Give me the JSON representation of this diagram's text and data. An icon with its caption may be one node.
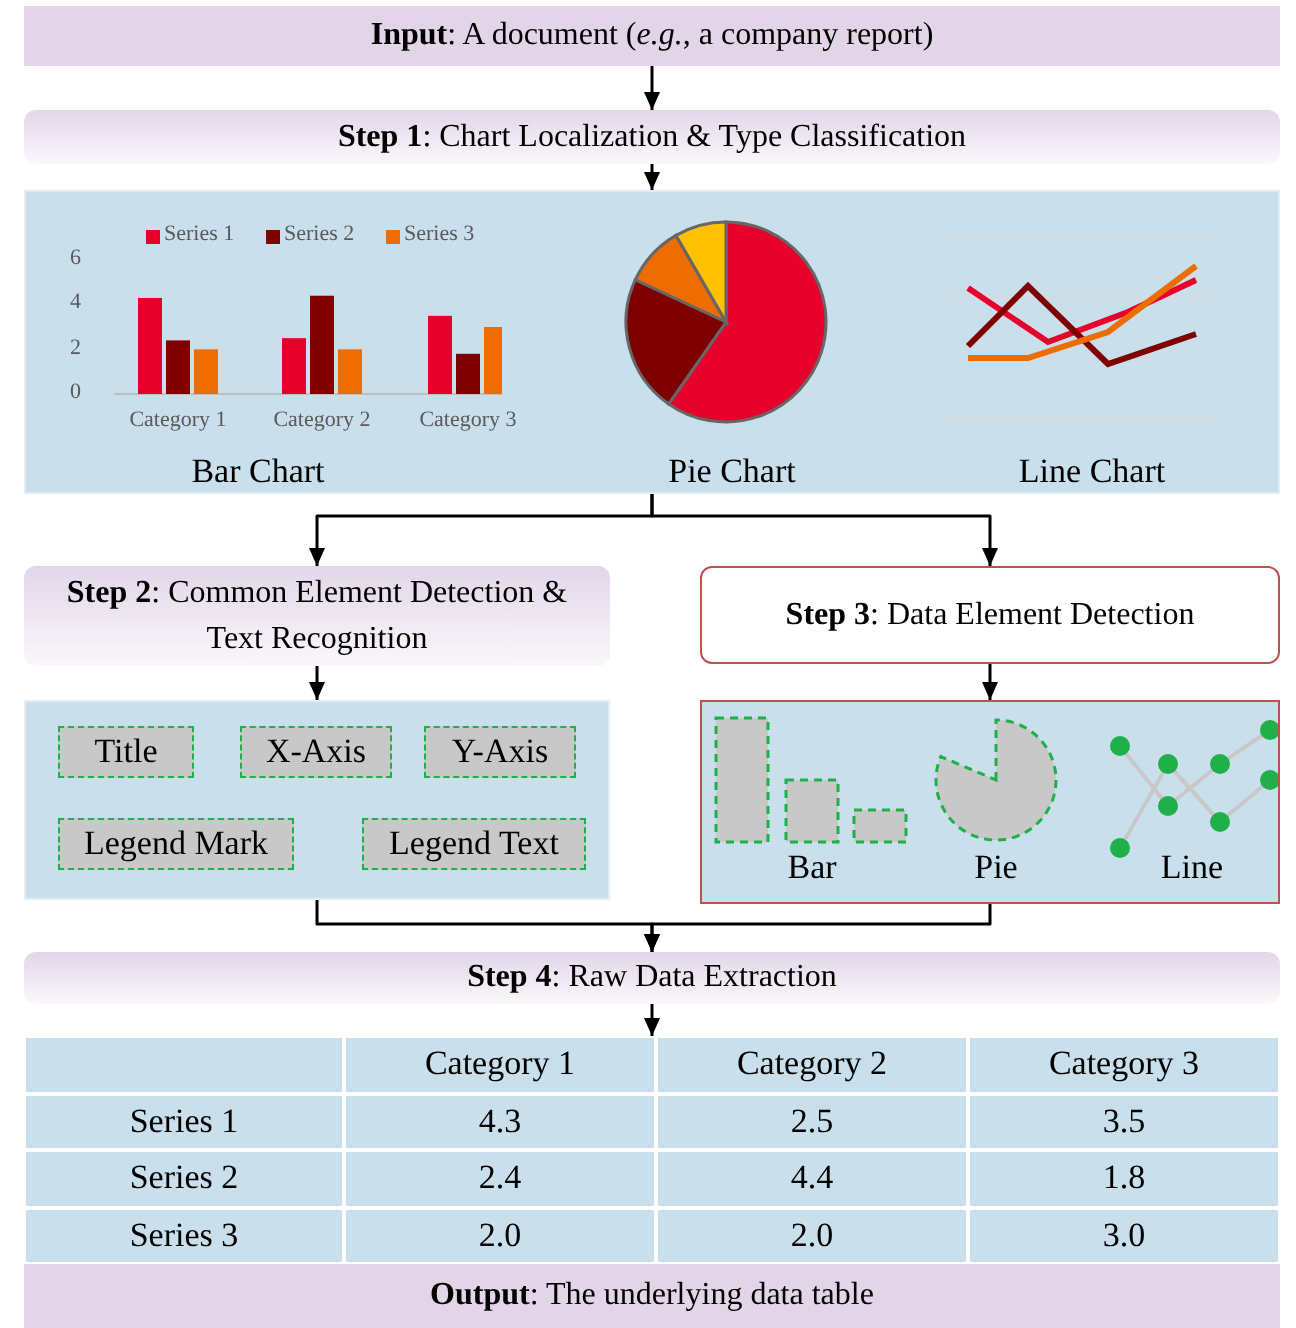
{
  "diagram": {
    "nodes": [
      {
        "text": [
          "**Input**: A document (*e.g.*, a company report)"
        ]
      },
      {
        "text": [
          "**Step 1**: Chart Localization & Type Classification"
        ]
      },
      {
        "text": [],
        "shape": "box"
      },
      {
        "text": [
          "Bar Chart"
        ],
        "in": 2
      },
      {
        "text": [
          "Pie Chart"
        ],
        "in": 2
      },
      {
        "text": [
          "Line Chart"
        ],
        "in": 2
      },
      {
        "text": [
          "**Step 2**: Common Element Detection & Text Recognition"
        ]
      },
      {
        "text": [
          "**Step 3**: Data Element Detection"
        ]
      },
      {
        "text": [],
        "shape": "box"
      },
      {
        "text": [
          "Title"
        ],
        "in": 8
      },
      {
        "text": [
          "X-Axis"
        ],
        "in": 8
      },
      {
        "text": [
          "Y-Axis"
        ],
        "in": 8
      },
      {
        "text": [
          "Legend Mark"
        ],
        "in": 8
      },
      {
        "text": [
          "Legend Text"
        ],
        "in": 8
      },
      {
        "text": [],
        "shape": "box"
      },
      {
        "text": [
          "Bar"
        ],
        "in": 14
      },
      {
        "text": [
          "Pie"
        ],
        "in": 14
      },
      {
        "text": [
          "Line"
        ],
        "in": 14
      },
      {
        "text": [
          "**Step 4**: Raw Data Extraction"
        ]
      },
      {
        "text": [],
        "shape": "box"
      },
      {
        "text": [
          "**Output**: The underlying data table"
        ]
      }
    ],
    "edges": [
      {
        "from": 0,
        "to": 1,
        "arrow": "to"
      },
      {
        "from": 1,
        "to": 2,
        "arrow": "to"
      },
      {
        "from": 2,
        "to": 6,
        "arrow": "to"
      },
      {
        "from": 2,
        "to": 7,
        "arrow": "to"
      },
      {
        "from": 6,
        "to": 8,
        "arrow": "to"
      },
      {
        "from": 7,
        "to": 14,
        "arrow": "to"
      },
      {
        "from": 8,
        "to": 18,
        "arrow": "to"
      },
      {
        "from": 14,
        "to": 18,
        "arrow": "to"
      },
      {
        "from": 18,
        "to": 19,
        "arrow": "to"
      }
    ],
    "labels": [
      "Category 1",
      "Category 2",
      "Category 3",
      "Series 1",
      "4.3",
      "2.5",
      "3.5",
      "Series 2",
      "2.4",
      "4.4",
      "1.8",
      "Series 3",
      "2.0",
      "2.0",
      "3.0"
    ],
    "chart_data": {
      "type": "bar",
      "categories": [
        "Category 1",
        "Category 2",
        "Category 3"
      ],
      "series": [
        {
          "name": "Series 1",
          "color": "#e8002d",
          "values": [
            4.3,
            2.5,
            3.5
          ]
        },
        {
          "name": "Series 2",
          "color": "#7f0000",
          "values": [
            2.4,
            4.4,
            1.8
          ]
        },
        {
          "name": "Series 3",
          "color": "#ed6d00",
          "values": [
            2.0,
            2.0,
            3.0
          ]
        }
      ],
      "ylim": [
        0,
        6
      ],
      "yticks": [
        0,
        2,
        4,
        6
      ],
      "legend": "top"
    }
  }
}
